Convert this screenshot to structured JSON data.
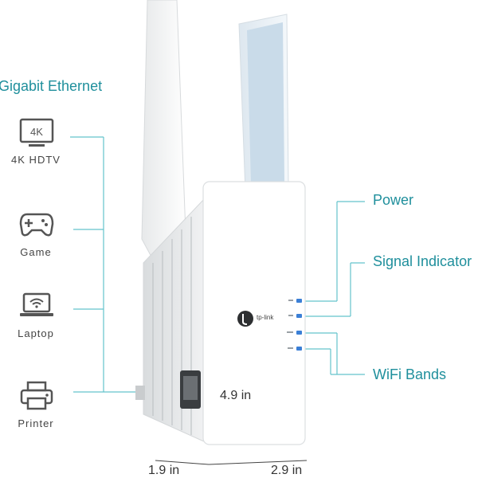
{
  "title": "Gigabit Ethernet",
  "devices": [
    {
      "label": "4K HDTV",
      "icon": "tv-4k-icon",
      "icon_text": "4K"
    },
    {
      "label": "Game",
      "icon": "gamepad-icon"
    },
    {
      "label": "Laptop",
      "icon": "laptop-wifi-icon"
    },
    {
      "label": "Printer",
      "icon": "printer-icon"
    }
  ],
  "callouts": {
    "power": "Power",
    "signal": "Signal Indicator",
    "wifi": "WiFi Bands"
  },
  "dimensions": {
    "height": "4.9 in",
    "depth": "1.9 in",
    "width": "2.9 in"
  },
  "brand": "tp-link",
  "colors": {
    "accent": "#1f8f9c",
    "led": "#3b7fd6"
  }
}
